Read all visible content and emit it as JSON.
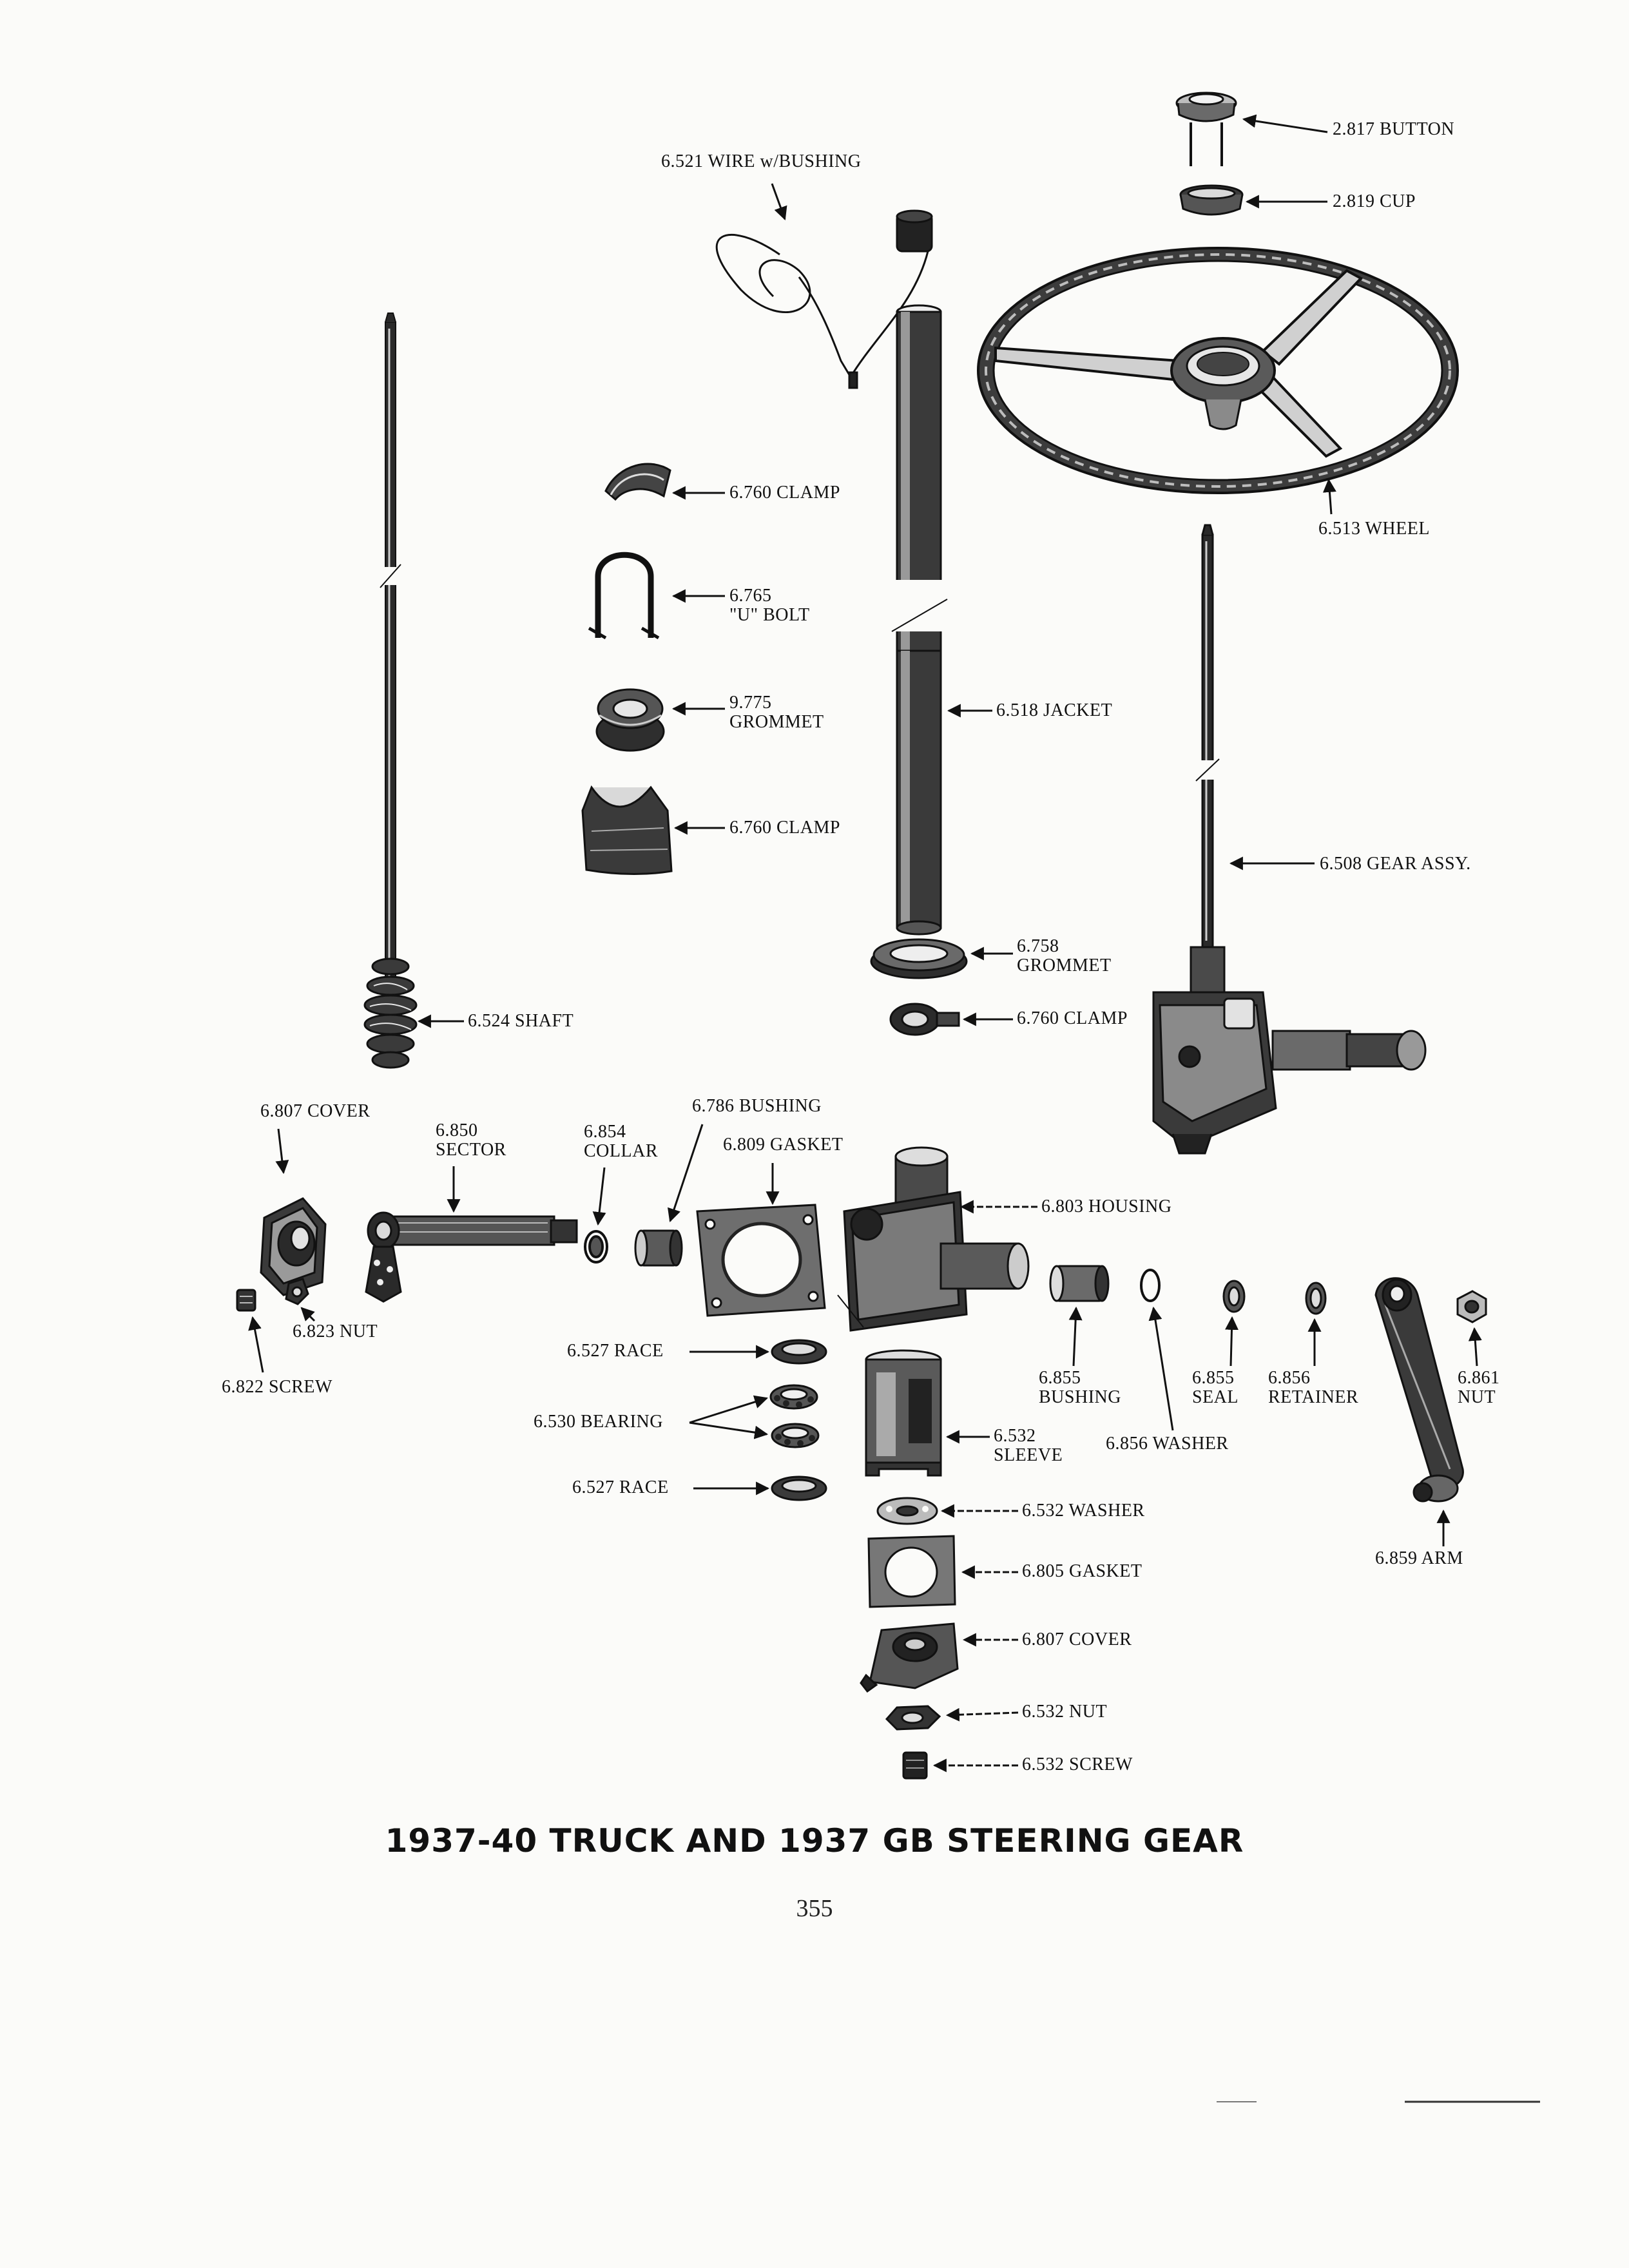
{
  "title": "1937-40 TRUCK AND 1937 GB STEERING GEAR",
  "page_number": "355",
  "parts": {
    "button": "2.817 BUTTON",
    "cup": "2.819 CUP",
    "wire": "6.521 WIRE w/BUSHING",
    "wheel": "6.513 WHEEL",
    "clamp_top": "6.760 CLAMP",
    "u_bolt_num": "6.765",
    "u_bolt_name": "\"U\" BOLT",
    "grommet_9775_num": "9.775",
    "grommet_9775_name": "GROMMET",
    "clamp_mid": "6.760 CLAMP",
    "jacket": "6.518 JACKET",
    "gear_assy": "6.508 GEAR ASSY.",
    "grommet_6758_num": "6.758",
    "grommet_6758_name": "GROMMET",
    "clamp_low": "6.760 CLAMP",
    "shaft": "6.524 SHAFT",
    "cover_side": "6.807 COVER",
    "sector_num": "6.850",
    "sector_name": "SECTOR",
    "collar_num": "6.854",
    "collar_name": "COLLAR",
    "bushing_6786": "6.786 BUSHING",
    "gasket_6809": "6.809 GASKET",
    "housing": "6.803 HOUSING",
    "nut_6823": "6.823 NUT",
    "screw_6822": "6.822 SCREW",
    "race_upper": "6.527 RACE",
    "bearing": "6.530 BEARING",
    "race_lower": "6.527 RACE",
    "sleeve_num": "6.532",
    "sleeve_name": "SLEEVE",
    "bushing_6855_num": "6.855",
    "bushing_6855_name": "BUSHING",
    "washer_6856": "6.856 WASHER",
    "seal_num": "6.855",
    "seal_name": "SEAL",
    "retainer_num": "6.856",
    "retainer_name": "RETAINER",
    "nut_6861_num": "6.861",
    "nut_6861_name": "NUT",
    "arm": "6.859 ARM",
    "washer_6532": "6.532 WASHER",
    "gasket_6805": "6.805 GASKET",
    "cover_bottom": "6.807 COVER",
    "nut_6532": "6.532 NUT",
    "screw_6532": "6.532 SCREW"
  }
}
